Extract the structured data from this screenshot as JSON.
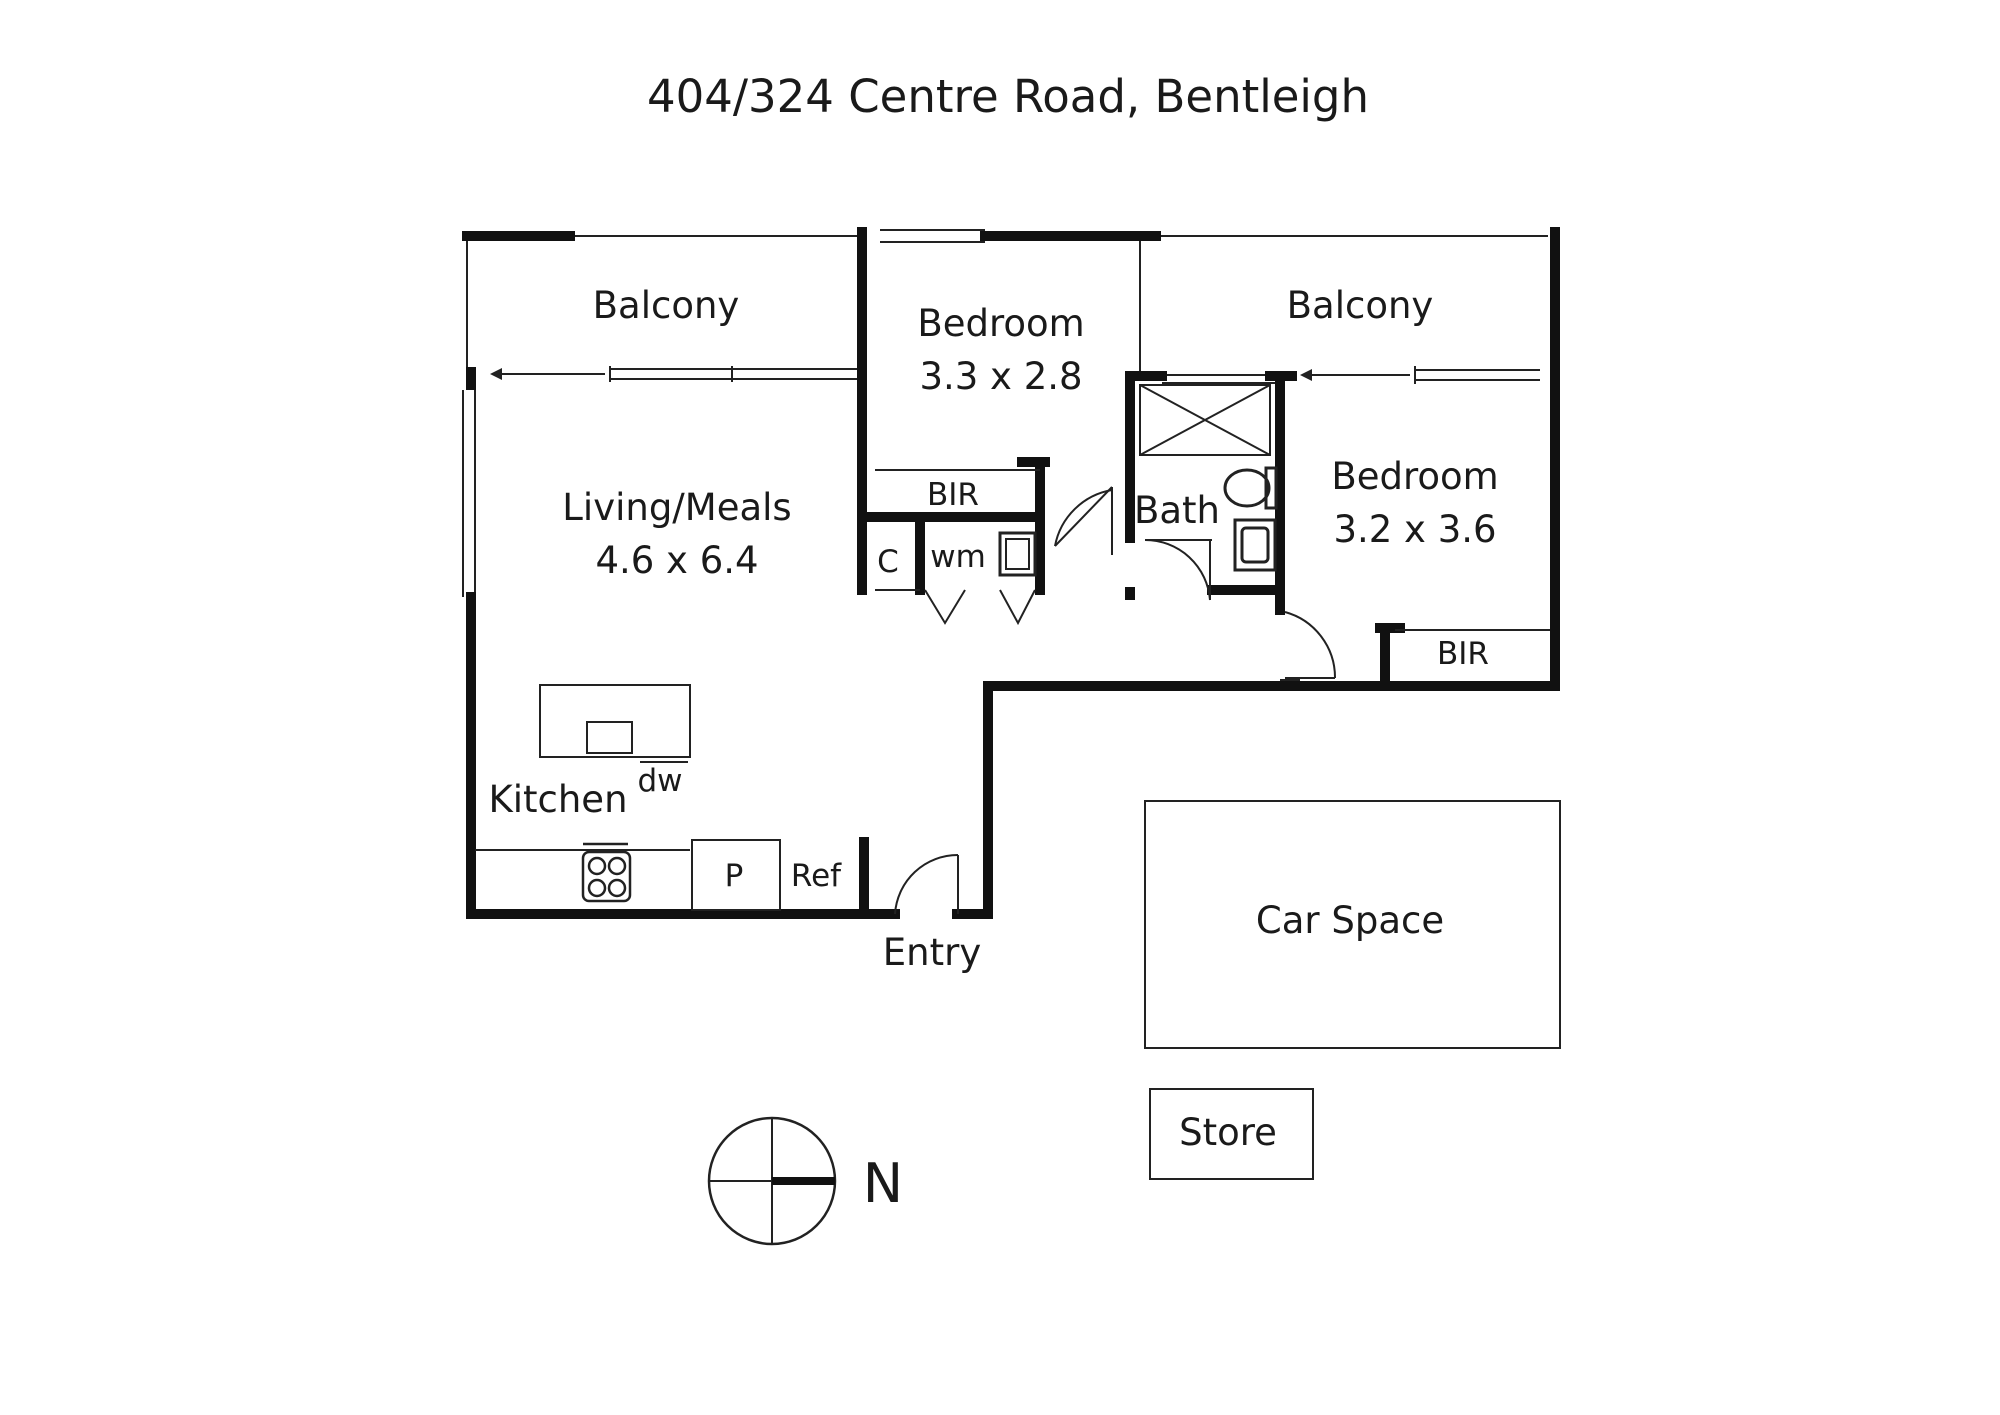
{
  "title": "404/324 Centre Road, Bentleigh",
  "rooms": {
    "balcony_left": "Balcony",
    "balcony_right": "Balcony",
    "bedroom1": {
      "name": "Bedroom",
      "size": "3.3 x 2.8"
    },
    "bedroom2": {
      "name": "Bedroom",
      "size": "3.2 x 3.6"
    },
    "living": {
      "name": "Living/Meals",
      "size": "4.6 x 6.4"
    },
    "bir1": "BIR",
    "bir2": "BIR",
    "cupboard": "C",
    "washing_machine": "wm",
    "bath": "Bath",
    "kitchen": "Kitchen",
    "dishwasher": "dw",
    "pantry": "P",
    "fridge": "Ref",
    "entry": "Entry",
    "car_space": "Car Space",
    "store": "Store"
  },
  "compass": {
    "label": "N"
  },
  "colors": {
    "wall": "#111111",
    "line": "#222222",
    "background": "#ffffff"
  }
}
